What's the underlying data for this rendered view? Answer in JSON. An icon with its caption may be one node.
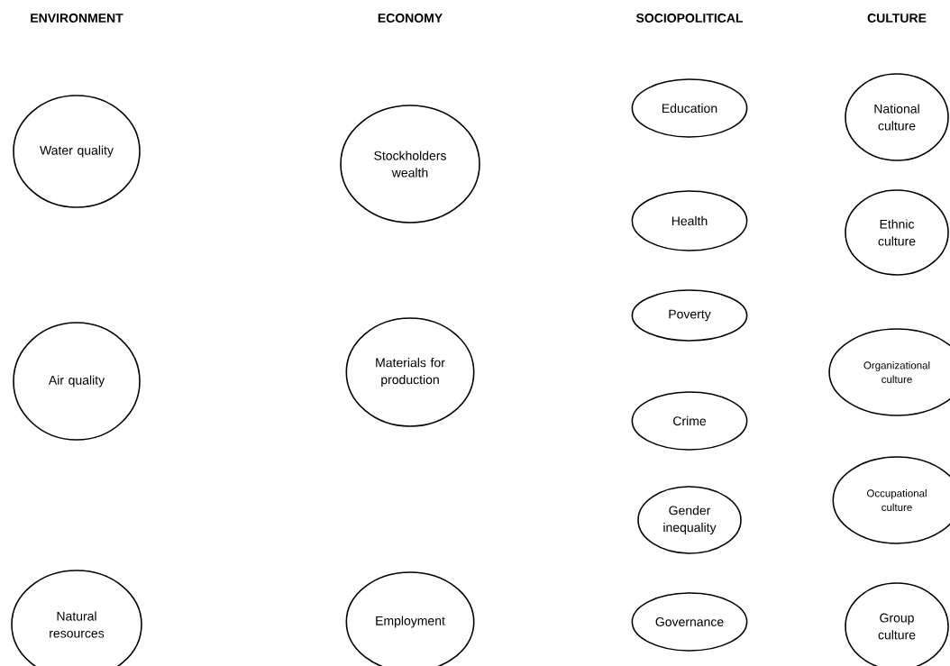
{
  "diagram": {
    "nodes": [
      {
        "text": [
          "Water quality"
        ]
      },
      {
        "text": [
          "Air quality"
        ]
      },
      {
        "text": [
          "Natural resources"
        ]
      },
      {
        "text": [
          "Stockholders wealth"
        ]
      },
      {
        "text": [
          "Materials for production"
        ]
      },
      {
        "text": [
          "Employment"
        ]
      },
      {
        "text": [
          "Education"
        ]
      },
      {
        "text": [
          "Health"
        ]
      },
      {
        "text": [
          "Poverty"
        ]
      },
      {
        "text": [
          "Crime"
        ]
      },
      {
        "text": [
          "Gender inequality"
        ]
      },
      {
        "text": [
          "Governance"
        ]
      },
      {
        "text": [
          "National culture"
        ]
      },
      {
        "text": [
          "Ethnic culture"
        ]
      },
      {
        "text": [
          "Organizational culture"
        ]
      },
      {
        "text": [
          "Occupational culture"
        ]
      },
      {
        "text": [
          "Group culture"
        ]
      }
    ],
    "labels": [
      "ENVIRONMENT",
      "ECONOMY",
      "SOCIOPOLITICAL",
      "CULTURE"
    ]
  }
}
